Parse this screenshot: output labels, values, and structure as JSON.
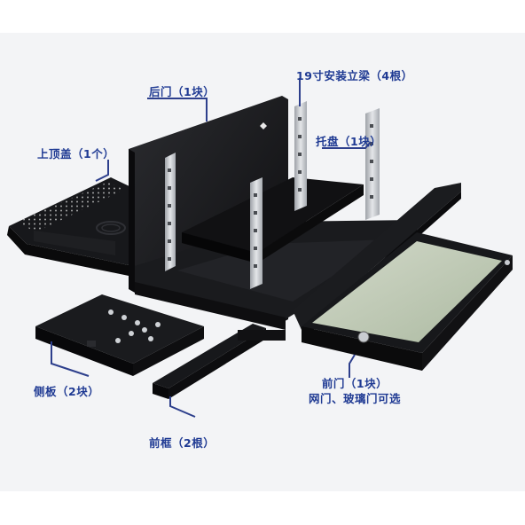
{
  "labels": {
    "top_cover": "上顶盖（1个）",
    "back_door": "后门（1块）",
    "rails": "19寸安装立梁（4根）",
    "tray": "托盘（1块）",
    "side_panel": "侧板（2块）",
    "front_frame": "前框（2根）",
    "front_door_line1": "前门（1块）",
    "front_door_line2": "网门、玻璃门可选"
  },
  "colors": {
    "label": "#1f3a93",
    "leader_line": "#2d3f8c",
    "metal_dark": "#141416",
    "metal_mid": "#26272b",
    "rail": "#c8cbd0",
    "glass": "#cfd9c4"
  }
}
